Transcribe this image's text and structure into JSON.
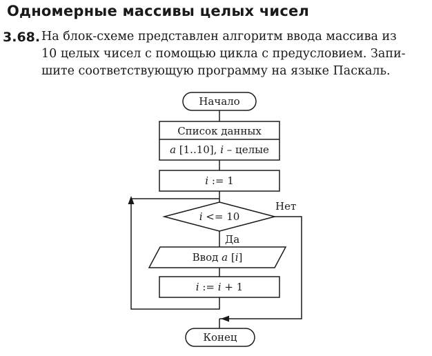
{
  "section_title": "Одномерные массивы целых чисел",
  "task": {
    "number": "3.68.",
    "lines": [
      "На блок-схеме представлен алгоритм ввода массива из",
      "10 целых чисел с помощью цикла с предусловием. Запи-",
      "шите соответствующую программу на языке Паскаль."
    ]
  },
  "flowchart": {
    "start": "Начало",
    "data_list": "Список данных",
    "declaration": {
      "array": "a",
      "range": " [1..10], ",
      "var": "i",
      "type": " – целые"
    },
    "init": {
      "var": "i",
      "op": " := 1"
    },
    "condition": {
      "var": "i",
      "op": " <= 10"
    },
    "yes": "Да",
    "no": "Нет",
    "input": {
      "text": "Ввод ",
      "array": "a",
      "open": " [",
      "var": "i",
      "close": "]"
    },
    "increment": {
      "var": "i",
      "op1": " := ",
      "var2": "i",
      "op2": " + 1"
    },
    "end": "Конец"
  }
}
